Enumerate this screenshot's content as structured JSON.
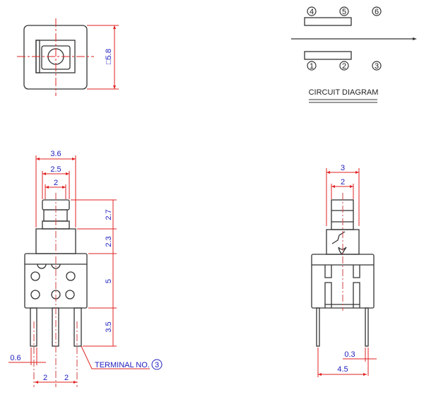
{
  "top_view": {
    "size_label": "□5.8"
  },
  "circuit": {
    "title": "CIRCUIT DIAGRAM",
    "top_terminals": [
      "4",
      "5",
      "6"
    ],
    "bottom_terminals": [
      "1",
      "2",
      "3"
    ]
  },
  "front_view": {
    "widths": [
      "3.6",
      "2.5",
      "2"
    ],
    "heights": [
      "2.7",
      "2.3",
      "5",
      "3.5"
    ],
    "pin_width": "0.6",
    "pin_pitch": [
      "2",
      "2"
    ],
    "terminal_label": "TERMINAL NO.",
    "terminal_number": "3"
  },
  "side_view": {
    "widths": [
      "3",
      "2"
    ],
    "pin_width": "0.3",
    "pin_span": "4.5"
  }
}
